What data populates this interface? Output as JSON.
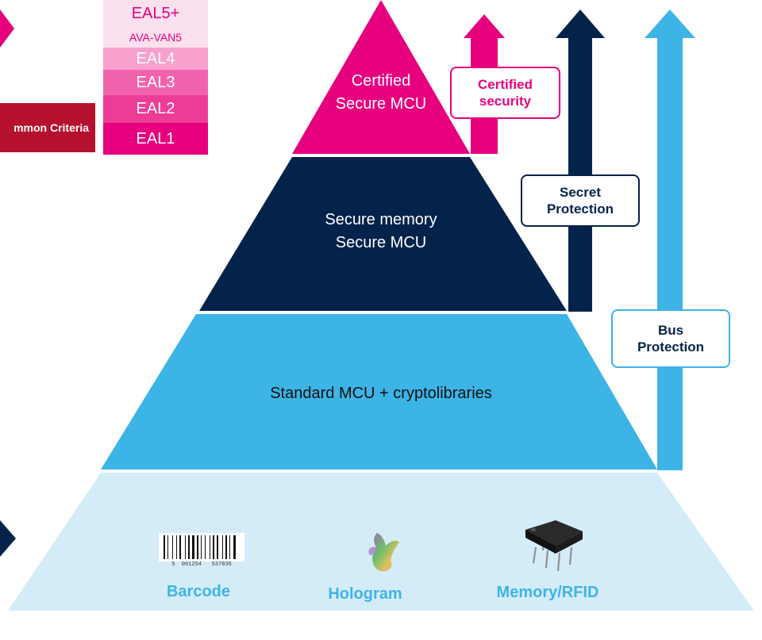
{
  "colors": {
    "magenta": "#e6007e",
    "navy": "#03234b",
    "blue": "#3db4e6",
    "light_blue": "#d4ecf7"
  },
  "tiers": {
    "top": {
      "line1": "Certified",
      "line2": "Secure MCU"
    },
    "second": {
      "line1": "Secure memory",
      "line2": "Secure MCU"
    },
    "third": {
      "label": "Standard MCU + cryptolibraries"
    },
    "base": {
      "items": [
        {
          "label": "Barcode",
          "icon": "barcode-icon"
        },
        {
          "label": "Hologram",
          "icon": "hologram-dove-icon"
        },
        {
          "label": "Memory/RFID",
          "icon": "memory-chip-icon"
        }
      ]
    }
  },
  "arrows": {
    "certified": {
      "line1": "Certified",
      "line2": "security"
    },
    "secret": {
      "line1": "Secret",
      "line2": "Protection"
    },
    "bus": {
      "line1": "Bus",
      "line2": "Protection"
    }
  },
  "eal_levels": {
    "eal5plus": "EAL5+",
    "ava_van5": "AVA-VAN5",
    "eal4": "EAL4",
    "eal3": "EAL3",
    "eal2": "EAL2",
    "eal1": "EAL1"
  },
  "common_criteria_badge": "mmon Criteria",
  "barcode_digits": "5  001254   537836"
}
